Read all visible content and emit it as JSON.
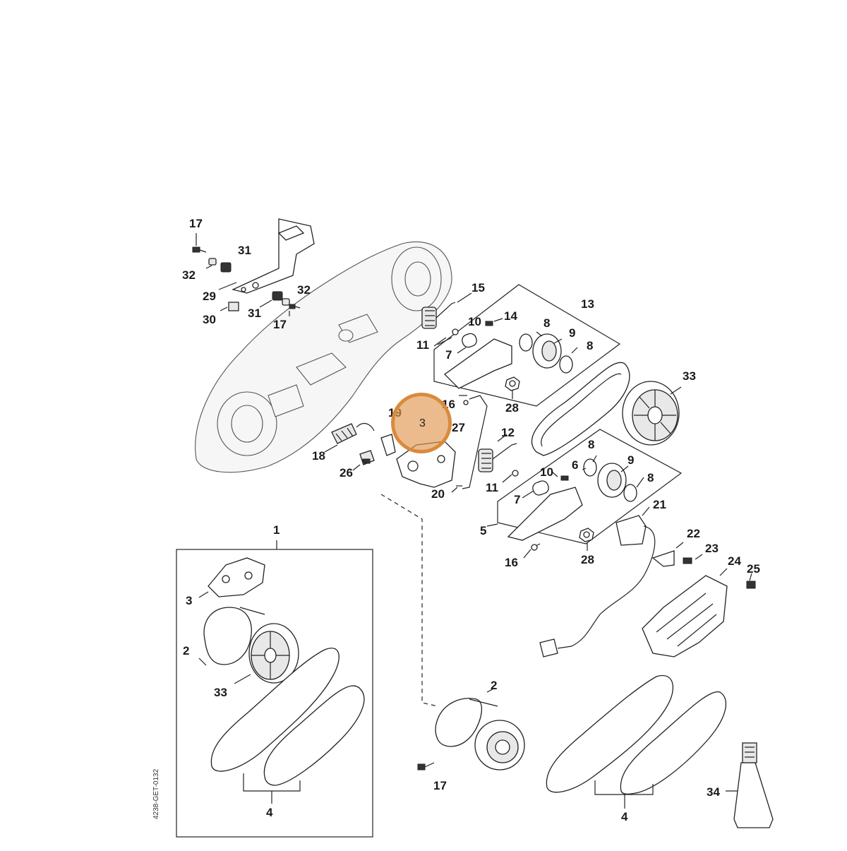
{
  "diagram": {
    "drawing_code": "4238-GET-0132",
    "highlight_label": "3",
    "labels": {
      "l17a": "17",
      "l31a": "31",
      "l32a": "32",
      "l29": "29",
      "l32b": "32",
      "l30": "30",
      "l31b": "31",
      "l17b": "17",
      "l15": "15",
      "l13": "13",
      "l10a": "10",
      "l14": "14",
      "l8a": "8",
      "l9a": "9",
      "l8b": "8",
      "l11a": "11",
      "l7a": "7",
      "l33a": "33",
      "l16a": "16",
      "l28a": "28",
      "l19": "19",
      "l27": "27",
      "l12": "12",
      "l18": "18",
      "l26": "26",
      "l8c": "8",
      "l6": "6",
      "l10b": "10",
      "l9b": "9",
      "l8d": "8",
      "l11b": "11",
      "l20": "20",
      "l7b": "7",
      "l5": "5",
      "l21": "21",
      "l16b": "16",
      "l28b": "28",
      "l22": "22",
      "l23": "23",
      "l24": "24",
      "l25": "25",
      "l1": "1",
      "l3": "3",
      "l2a": "2",
      "l33b": "33",
      "l4a": "4",
      "l2b": "2",
      "l17c": "17",
      "l34": "34",
      "l4b": "4"
    }
  }
}
